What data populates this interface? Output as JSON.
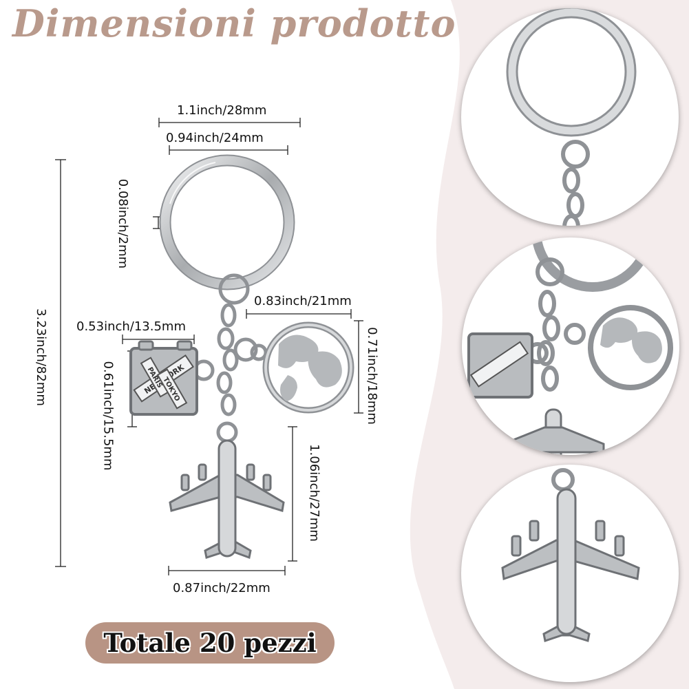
{
  "title": "Dimensioni prodotto",
  "dimensions": {
    "ring_outer": "1.1inch/28mm",
    "ring_inner": "0.94inch/24mm",
    "ring_thickness": "0.08inch/2mm",
    "total_length": "3.23inch/82mm",
    "suitcase_width": "0.53inch/13.5mm",
    "suitcase_height": "0.61inch/15.5mm",
    "globe_width": "0.83inch/21mm",
    "globe_height": "0.71inch/18mm",
    "plane_height": "1.06inch/27mm",
    "plane_width": "0.87inch/22mm"
  },
  "suitcase_labels": [
    "NEW YORK",
    "PARIS",
    "TOKYO"
  ],
  "total_label": "Totale 20 pezzi",
  "colors": {
    "accent": "#b99a8c",
    "pill": "#b89484",
    "background_wave": "#f4ecec",
    "metal": "#c9cbcd"
  },
  "icons": [
    "keyring-icon",
    "suitcase-charm-icon",
    "globe-charm-icon",
    "airplane-charm-icon"
  ]
}
